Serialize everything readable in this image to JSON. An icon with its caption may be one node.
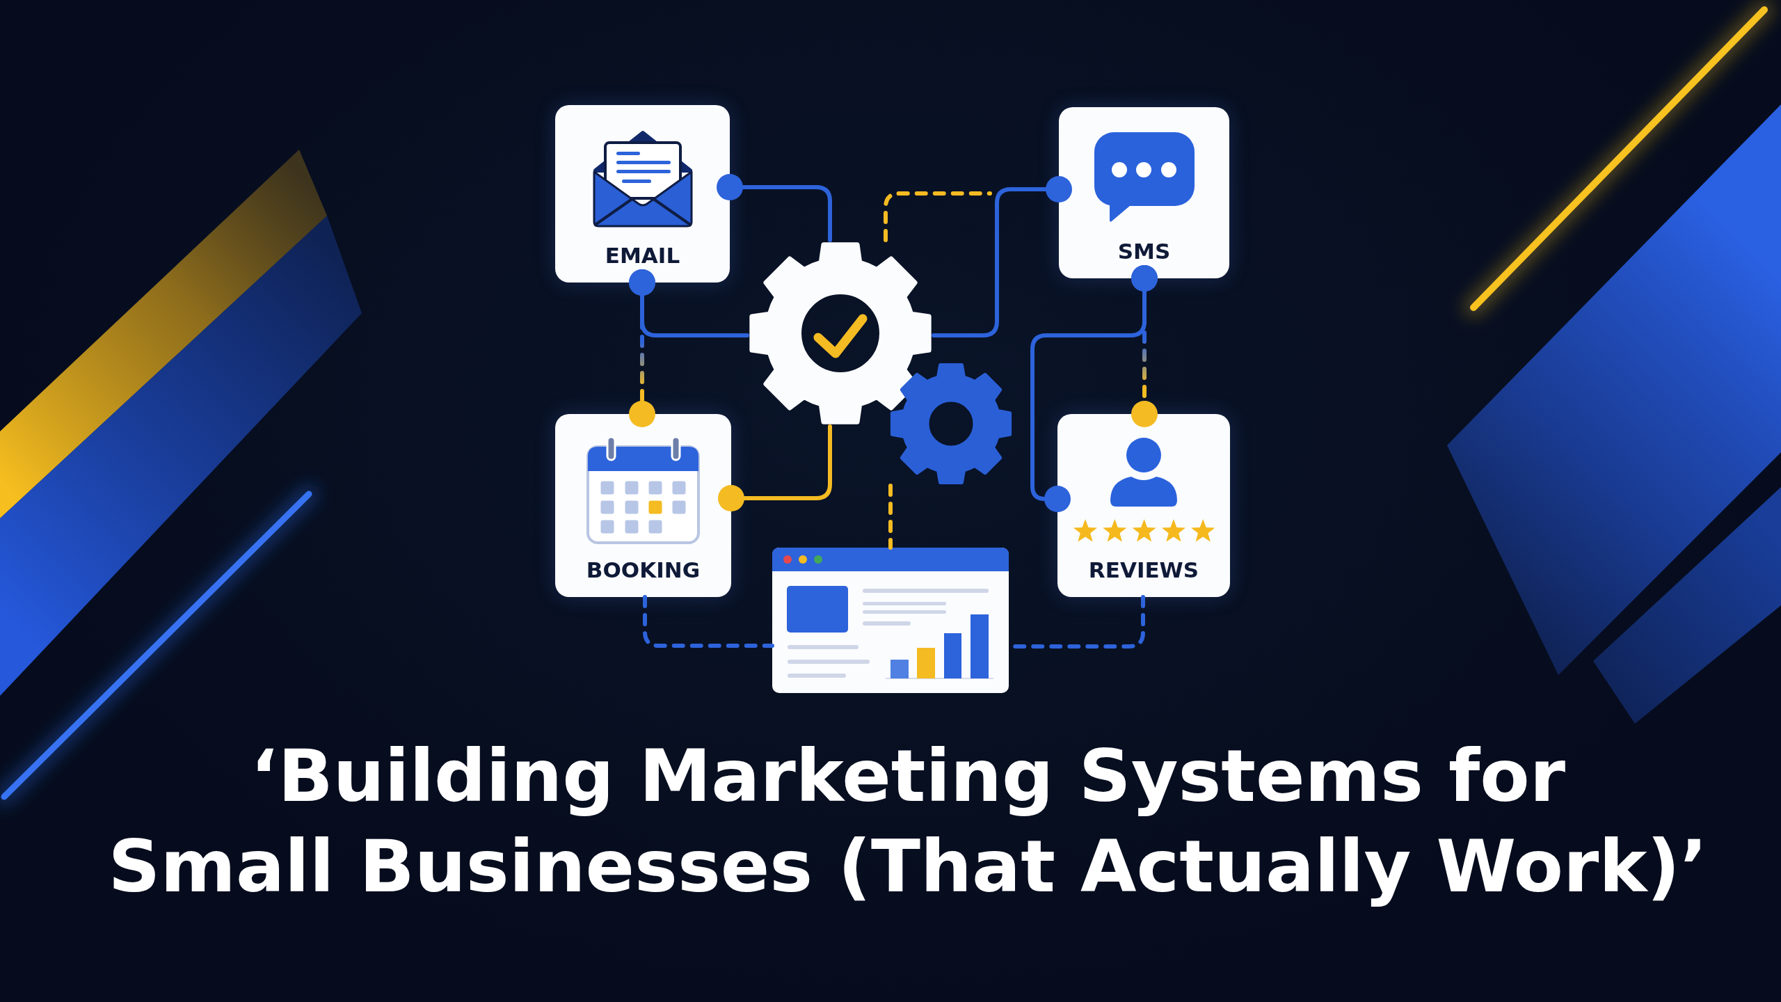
{
  "diagram": {
    "title": "‘Building Marketing Systems for Small Businesses (That Actually Work)’",
    "nodes": [
      {
        "text": [
          "EMAIL"
        ]
      },
      {
        "text": [
          "SMS"
        ]
      },
      {
        "text": [],
        "shape": "gear"
      },
      {
        "text": [
          "BOOKING"
        ]
      },
      {
        "text": [],
        "shape": "gear"
      },
      {
        "text": [
          "REVIEWS"
        ]
      },
      {
        "text": [],
        "shape": "picture"
      }
    ],
    "edges": [
      {
        "from": 0,
        "to": 2,
        "arrow": "other"
      },
      {
        "from": 0,
        "to": 2,
        "arrow": "other"
      },
      {
        "from": 0,
        "to": 3,
        "arrow": "other",
        "style": "dashed",
        "color": "#f4bb22"
      },
      {
        "from": 2,
        "to": null,
        "arrow": "none",
        "style": "dashed",
        "color": "#f4bb22"
      },
      {
        "from": 1,
        "to": 2,
        "arrow": "other"
      },
      {
        "from": 1,
        "to": 5,
        "arrow": "other"
      },
      {
        "from": 1,
        "to": 5,
        "arrow": "other",
        "style": "dashed",
        "color": "#f4bb22"
      },
      {
        "from": 2,
        "to": 3,
        "arrow": "other",
        "color": "#f4bb22"
      },
      {
        "from": 4,
        "to": 6,
        "arrow": "none",
        "style": "dashed",
        "color": "#f4bb22"
      },
      {
        "from": 3,
        "to": 6,
        "arrow": "none",
        "style": "dashed"
      },
      {
        "from": 5,
        "to": 6,
        "arrow": "none",
        "style": "dashed"
      }
    ]
  }
}
